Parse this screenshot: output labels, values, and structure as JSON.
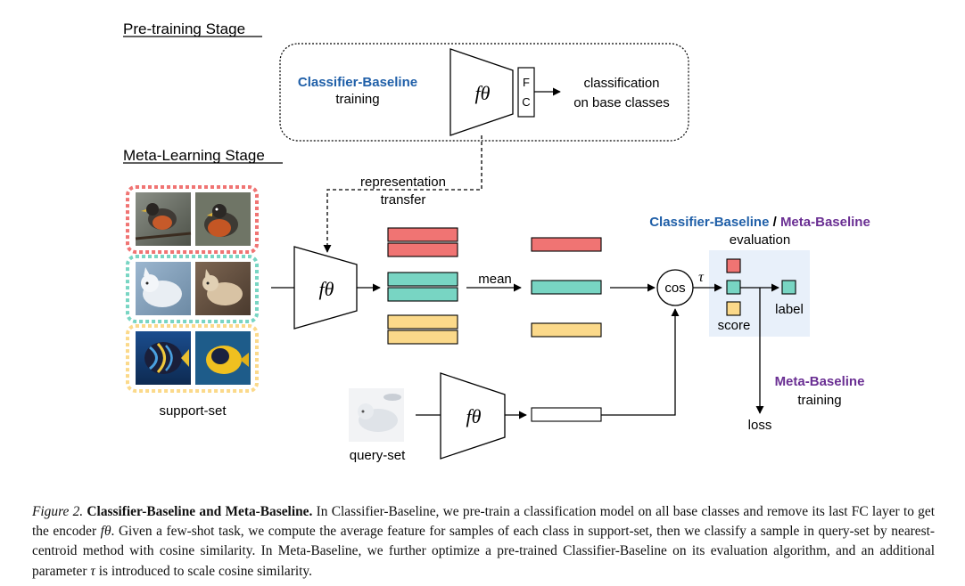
{
  "pretrain": {
    "stage_title": "Pre-training Stage",
    "classifier_name": "Classifier-Baseline",
    "classifier_sub": "training",
    "encoder_label": "fθ",
    "fc_line1": "F",
    "fc_line2": "C",
    "output_line1": "classification",
    "output_line2": "on base classes"
  },
  "meta": {
    "stage_title": "Meta-Learning Stage",
    "transfer_line1": "representation",
    "transfer_line2": "transfer",
    "support_label": "support-set",
    "encoder_label": "fθ",
    "mean_label": "mean",
    "cos_label": "cos",
    "tau_label": "τ",
    "eval_title_a": "Classifier-Baseline",
    "eval_sep": " / ",
    "eval_title_b": "Meta-Baseline",
    "eval_sub": "evaluation",
    "score_label": "score",
    "label_label": "label",
    "query_label": "query-set",
    "query_encoder_label": "fθ",
    "train_title": "Meta-Baseline",
    "train_sub": "training",
    "loss_label": "loss"
  },
  "colors": {
    "classifier_blue": "#1f5fa8",
    "meta_purple": "#6a2f93",
    "red": "#f07473",
    "teal": "#78d5c3",
    "yellow": "#fbd98a",
    "eval_bg": "#e8f0fa"
  },
  "images": {
    "support": [
      "robin-photo",
      "robin-photo",
      "arctic-fox-photo",
      "fox-photo",
      "angelfish-photo",
      "tropical-fish-photo"
    ],
    "query": "arctic-fox-photo"
  },
  "caption": {
    "fig_no": "Figure 2.",
    "title": "Classifier-Baseline and Meta-Baseline.",
    "body_1": " In Classifier-Baseline, we pre-train a classification model on all base classes and remove its last FC layer to get the encoder ",
    "f_theta": "fθ",
    "body_2": ". Given a few-shot task, we compute the average feature for samples of each class in support-set, then we classify a sample in query-set by nearest-centroid method with cosine similarity. In Meta-Baseline, we further optimize a pre-trained Classifier-Baseline on its evaluation algorithm, and an additional parameter ",
    "tau": "τ",
    "body_3": " is introduced to scale cosine similarity."
  }
}
